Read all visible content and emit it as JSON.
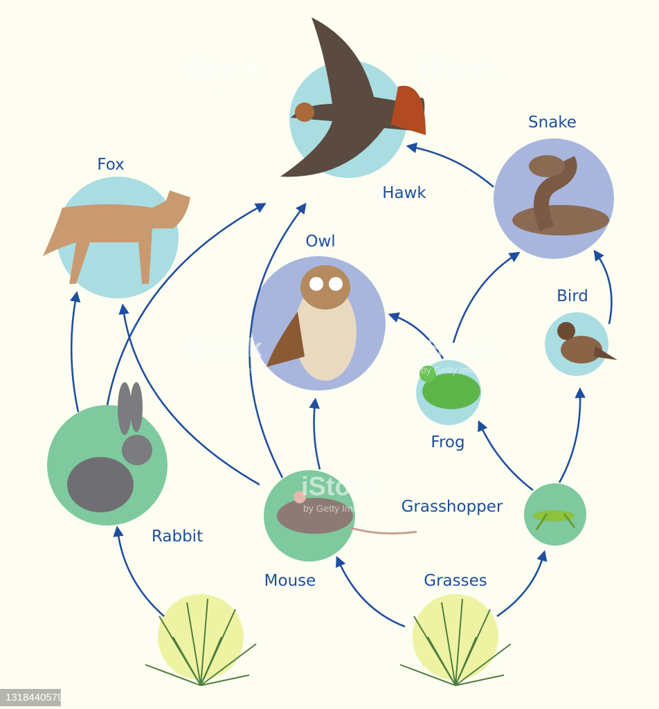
{
  "title": "Food web",
  "colors": {
    "label": "#1d4f9c",
    "arrow": "#1f4e9f",
    "background": "#fdfdf1"
  },
  "nodes": {
    "hawk": "Hawk",
    "fox": "Fox",
    "snake": "Snake",
    "owl": "Owl",
    "bird": "Bird",
    "frog": "Frog",
    "rabbit": "Rabbit",
    "mouse": "Mouse",
    "grasshopper": "Grasshopper",
    "grasses": "Grasses"
  },
  "edges": [
    [
      "Rabbit",
      "Fox"
    ],
    [
      "Rabbit",
      "Hawk"
    ],
    [
      "Mouse",
      "Fox"
    ],
    [
      "Mouse",
      "Hawk"
    ],
    [
      "Mouse",
      "Owl"
    ],
    [
      "Frog",
      "Owl"
    ],
    [
      "Frog",
      "Snake"
    ],
    [
      "Snake",
      "Hawk"
    ],
    [
      "Bird",
      "Snake"
    ],
    [
      "Grasshopper",
      "Frog"
    ],
    [
      "Grasshopper",
      "Bird"
    ],
    [
      "Grasses",
      "Rabbit"
    ],
    [
      "Grasses",
      "Mouse"
    ],
    [
      "Grasses",
      "Grasshopper"
    ]
  ],
  "watermark": {
    "brand": "iStock",
    "sub": "by Getty Images"
  },
  "image_id": "1318440579"
}
